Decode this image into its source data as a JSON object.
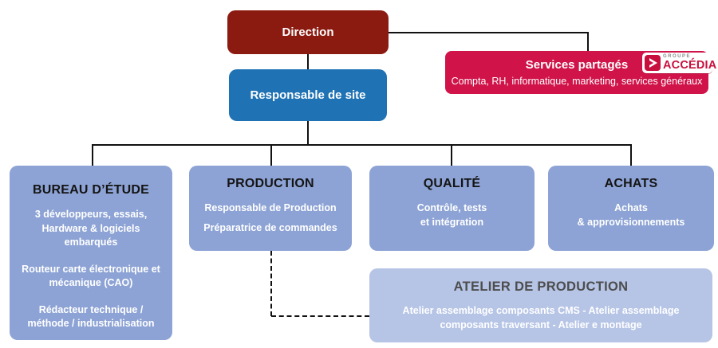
{
  "direction": {
    "label": "Direction"
  },
  "site": {
    "label": "Responsable de site"
  },
  "services": {
    "title": "Services partagés",
    "subtitle": "Compta, RH, informatique, marketing, services généraux",
    "logo": {
      "groupe": "GROUPE",
      "name": "ACCÉDIA"
    }
  },
  "departments": [
    {
      "title": "BUREAU D’ÉTUDE",
      "lines": [
        "3 développeurs, essais,\nHardware & logiciels\nembarqués",
        "Routeur carte électronique et\nmécanique (CAO)",
        "Rédacteur technique /\nméthode / industrialisation"
      ]
    },
    {
      "title": "PRODUCTION",
      "lines": [
        "Responsable de Production",
        "Préparatrice de commandes"
      ]
    },
    {
      "title": "QUALITÉ",
      "lines": [
        "Contrôle, tests\net intégration"
      ]
    },
    {
      "title": "ACHATS",
      "lines": [
        "Achats\n& approvisionnements"
      ]
    }
  ],
  "atelier": {
    "title": "ATELIER DE PRODUCTION",
    "body": "Atelier assemblage composants CMS - Atelier assemblage\ncomposants traversant - Atelier e montage"
  },
  "colors": {
    "direction_bg": "#8B1A10",
    "site_bg": "#1F72B4",
    "services_bg": "#D01349",
    "department_bg": "#8DA3D5",
    "atelier_bg": "#B6C4E6",
    "accedia_red": "#C8103E",
    "connector": "#111111"
  }
}
